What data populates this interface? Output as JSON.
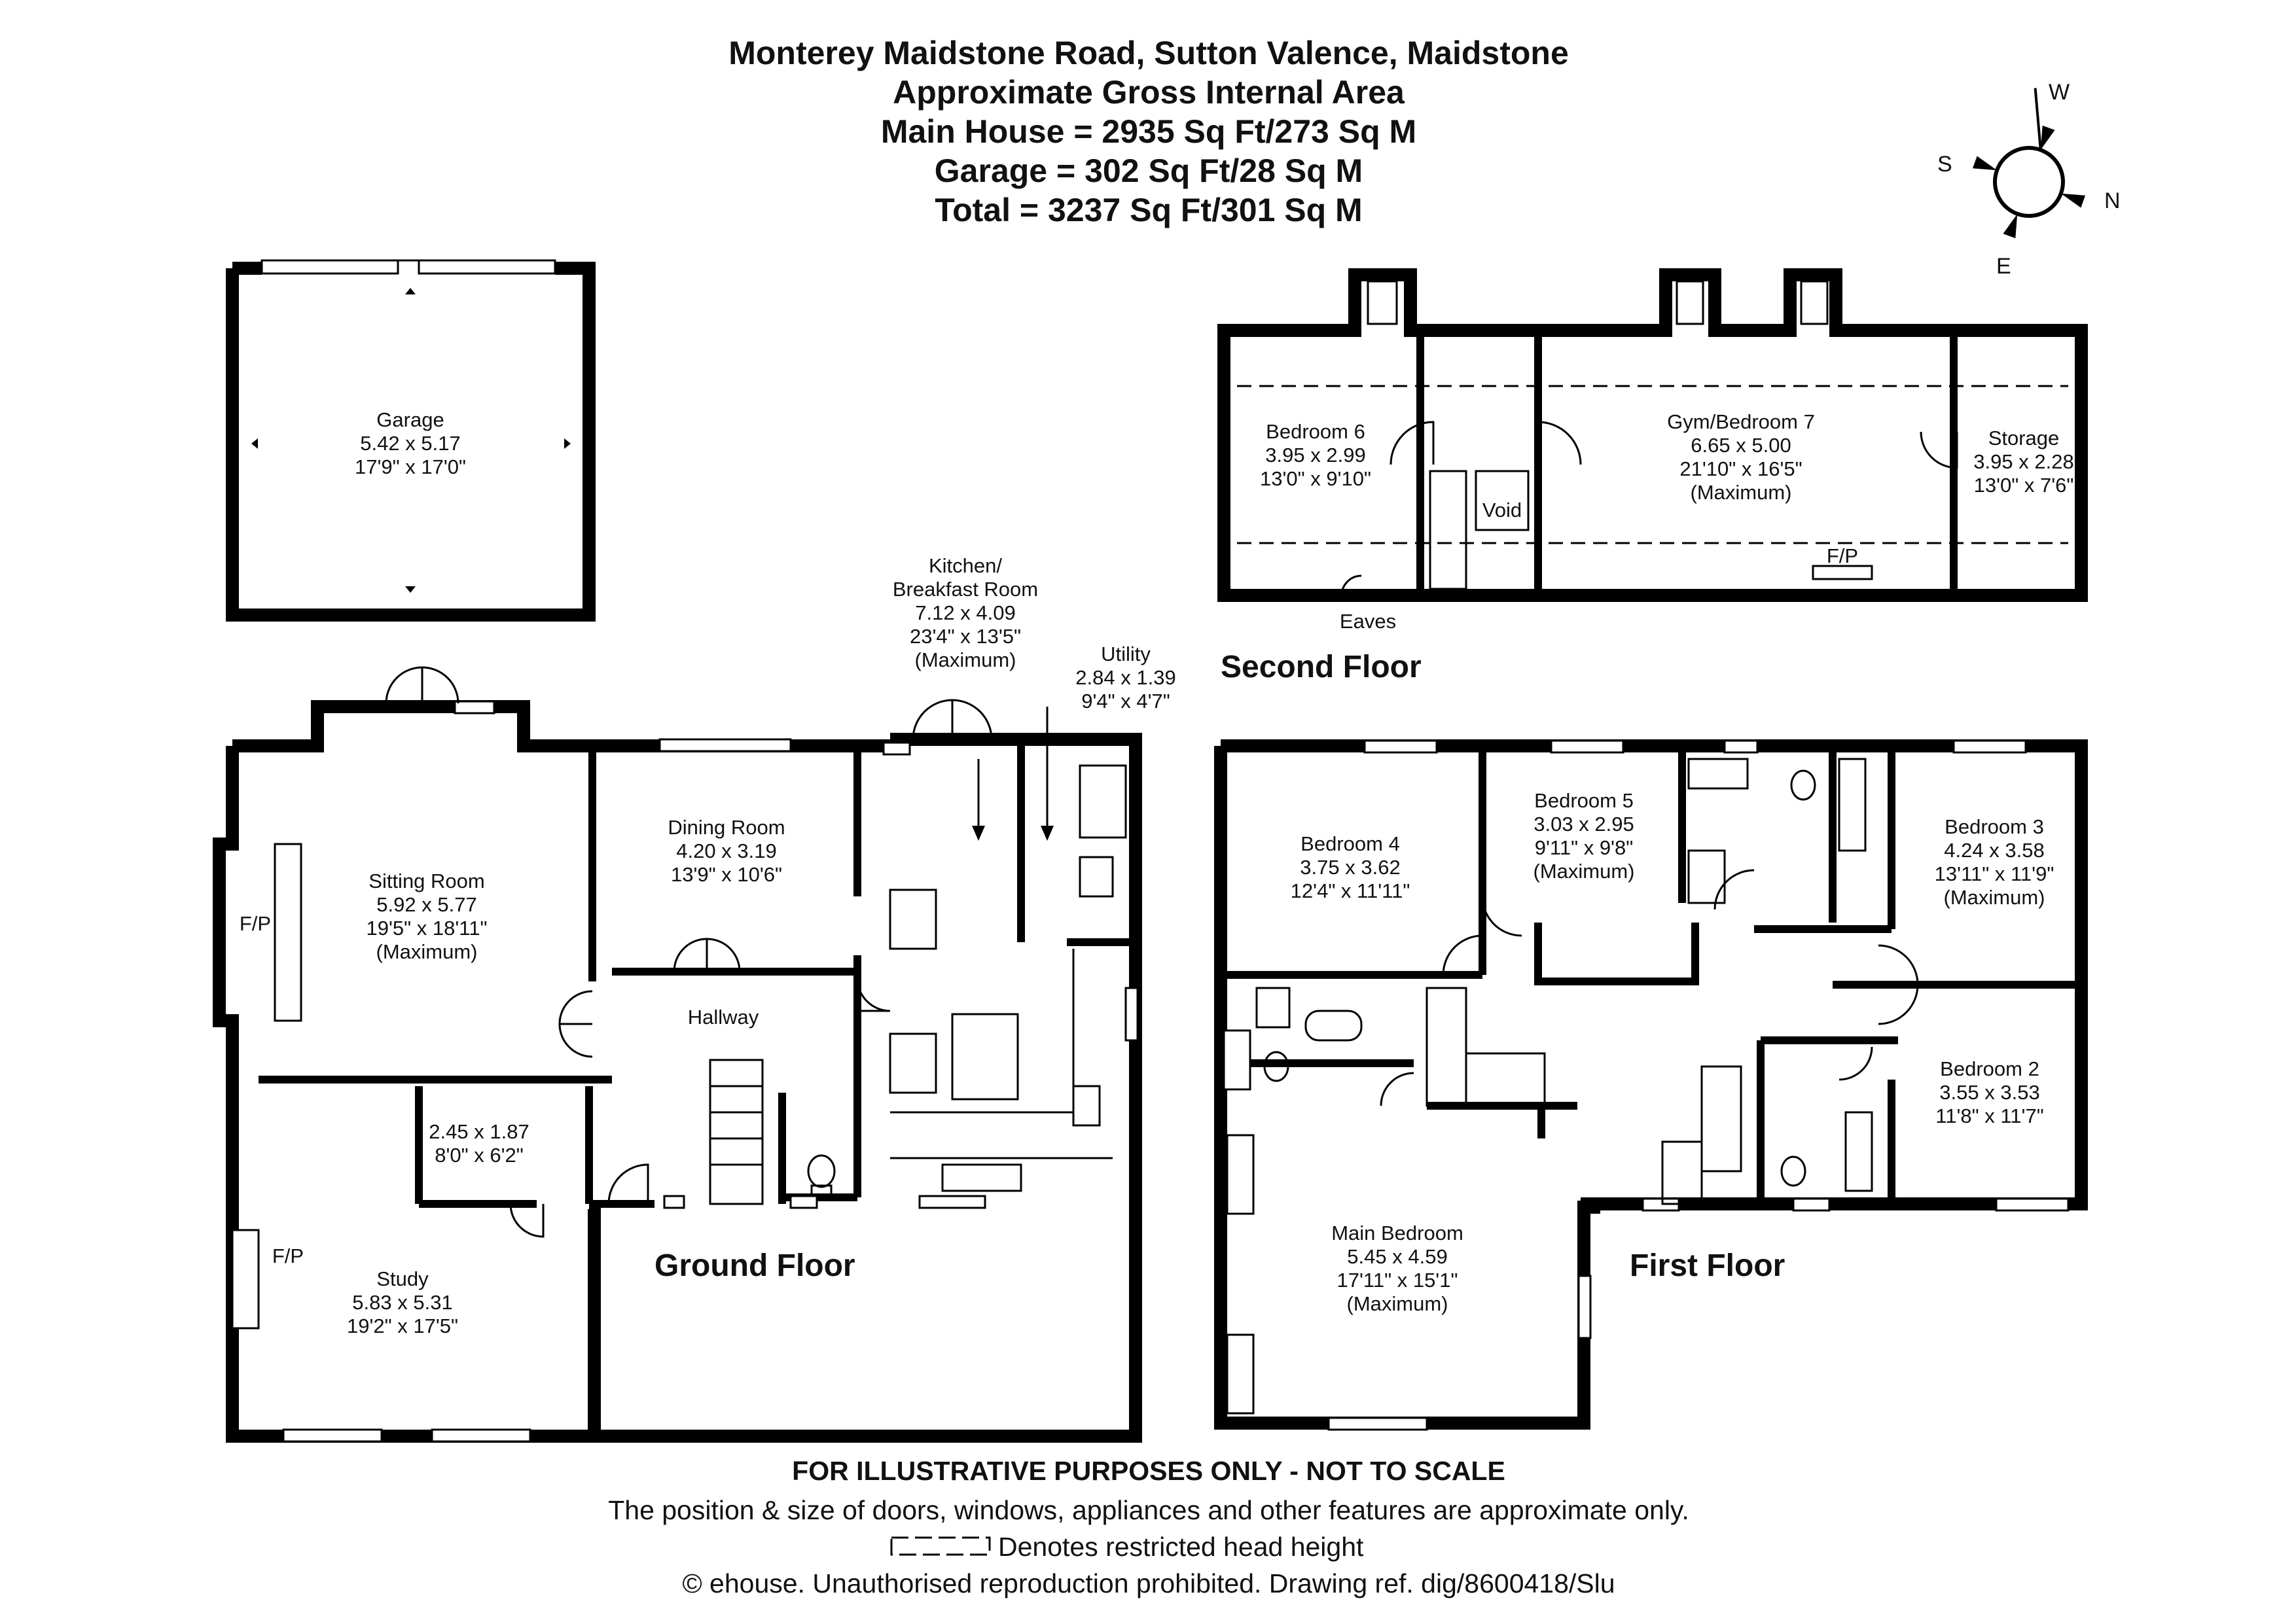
{
  "header": {
    "address": "Monterey Maidstone Road, Sutton Valence, Maidstone",
    "area_title": "Approximate Gross Internal Area",
    "main_house": "Main House = 2935 Sq Ft/273 Sq M",
    "garage": "Garage = 302 Sq Ft/28 Sq M",
    "total": "Total = 3237 Sq Ft/301 Sq M"
  },
  "compass": {
    "w": "W",
    "s": "S",
    "n": "N",
    "e": "E"
  },
  "floors": {
    "ground": "Ground Floor",
    "first": "First Floor",
    "second": "Second Floor"
  },
  "rooms": {
    "garage": {
      "name": "Garage",
      "metric": "5.42 x 5.17",
      "imperial": "17'9\" x 17'0\""
    },
    "sitting": {
      "name": "Sitting Room",
      "metric": "5.92 x 5.77",
      "imperial": "19'5\" x 18'11\"",
      "note": "(Maximum)"
    },
    "dining": {
      "name": "Dining Room",
      "metric": "4.20 x 3.19",
      "imperial": "13'9\" x 10'6\""
    },
    "kitchen": {
      "name1": "Kitchen/",
      "name2": "Breakfast Room",
      "metric": "7.12 x 4.09",
      "imperial": "23'4\" x 13'5\"",
      "note": "(Maximum)"
    },
    "utility": {
      "name": "Utility",
      "metric": "2.84 x 1.39",
      "imperial": "9'4\" x 4'7\""
    },
    "hallway": {
      "name": "Hallway"
    },
    "study": {
      "name": "Study",
      "metric": "5.83 x 5.31",
      "imperial": "19'2\" x 17'5\""
    },
    "store": {
      "metric": "2.45 x 1.87",
      "imperial": "8'0\" x 6'2\""
    },
    "fp1": "F/P",
    "fp2": "F/P",
    "fp3": "F/P",
    "bedroom6": {
      "name": "Bedroom 6",
      "metric": "3.95 x 2.99",
      "imperial": "13'0\" x 9'10\""
    },
    "void": "Void",
    "gym": {
      "name": "Gym/Bedroom 7",
      "metric": "6.65 x 5.00",
      "imperial": "21'10\" x 16'5\"",
      "note": "(Maximum)"
    },
    "storage": {
      "name": "Storage",
      "metric": "3.95 x 2.28",
      "imperial": "13'0\" x 7'6\""
    },
    "eaves": "Eaves",
    "bedroom4": {
      "name": "Bedroom 4",
      "metric": "3.75 x 3.62",
      "imperial": "12'4\" x 11'11\""
    },
    "bedroom5": {
      "name": "Bedroom 5",
      "metric": "3.03 x 2.95",
      "imperial": "9'11\" x 9'8\"",
      "note": "(Maximum)"
    },
    "bedroom3": {
      "name": "Bedroom 3",
      "metric": "4.24 x 3.58",
      "imperial": "13'11\" x 11'9\"",
      "note": "(Maximum)"
    },
    "bedroom2": {
      "name": "Bedroom 2",
      "metric": "3.55 x 3.53",
      "imperial": "11'8\" x 11'7\""
    },
    "main": {
      "name": "Main Bedroom",
      "metric": "5.45 x 4.59",
      "imperial": "17'11\" x 15'1\"",
      "note": "(Maximum)"
    }
  },
  "footer": {
    "line1": "FOR ILLUSTRATIVE PURPOSES ONLY - NOT TO SCALE",
    "line2": "The position & size of doors, windows, appliances and other features are approximate only.",
    "line3": "Denotes restricted head height",
    "line4": "© ehouse. Unauthorised reproduction prohibited. Drawing ref. dig/8600418/Slu"
  }
}
